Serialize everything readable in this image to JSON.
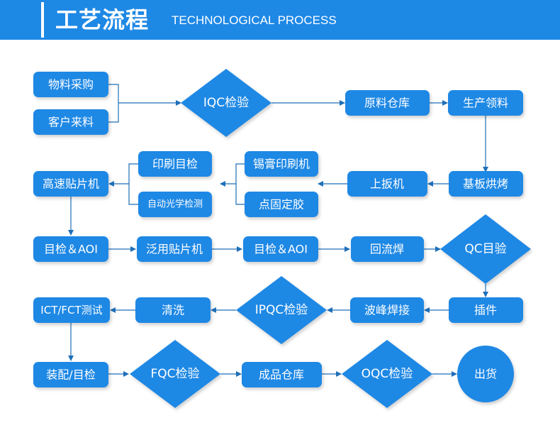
{
  "header": {
    "title_cn": "工艺流程",
    "title_en": "TECHNOLOGICAL PROCESS"
  },
  "colors": {
    "header_bg": "#1e88e5",
    "node_fill": "#1e88e5",
    "node_text": "#ffffff",
    "arrow": "#1e6fb8"
  },
  "steps": {
    "material_purchase": "物料采购",
    "customer_material": "客户来料",
    "iqc": "IQC检验",
    "raw_warehouse": "原料仓库",
    "production_picking": "生产领料",
    "board_baking": "基板烘烤",
    "board_loader": "上扳机",
    "solder_paste_print": "锡膏印刷机",
    "dispense_glue": "点固定胶",
    "print_inspection": "印刷目检",
    "aoi_auto": "自动光学检测",
    "high_speed_mounter": "高速贴片机",
    "visual_aoi": "目检＆AOI",
    "general_mounter": "泛用贴片机",
    "visual_aoi_2": "目检＆AOI",
    "reflow": "回流焊",
    "qc_visual": "QC目验",
    "insertion": "插件",
    "wave_soldering": "波峰焊接",
    "ipqc": "IPQC检验",
    "cleaning": "清洗",
    "ict_fct": "ICT/FCT测试",
    "assembly": "装配/目检",
    "fqc": "FQC检验",
    "finished_warehouse": "成品仓库",
    "oqc": "OQC检验",
    "shipment": "出货"
  }
}
